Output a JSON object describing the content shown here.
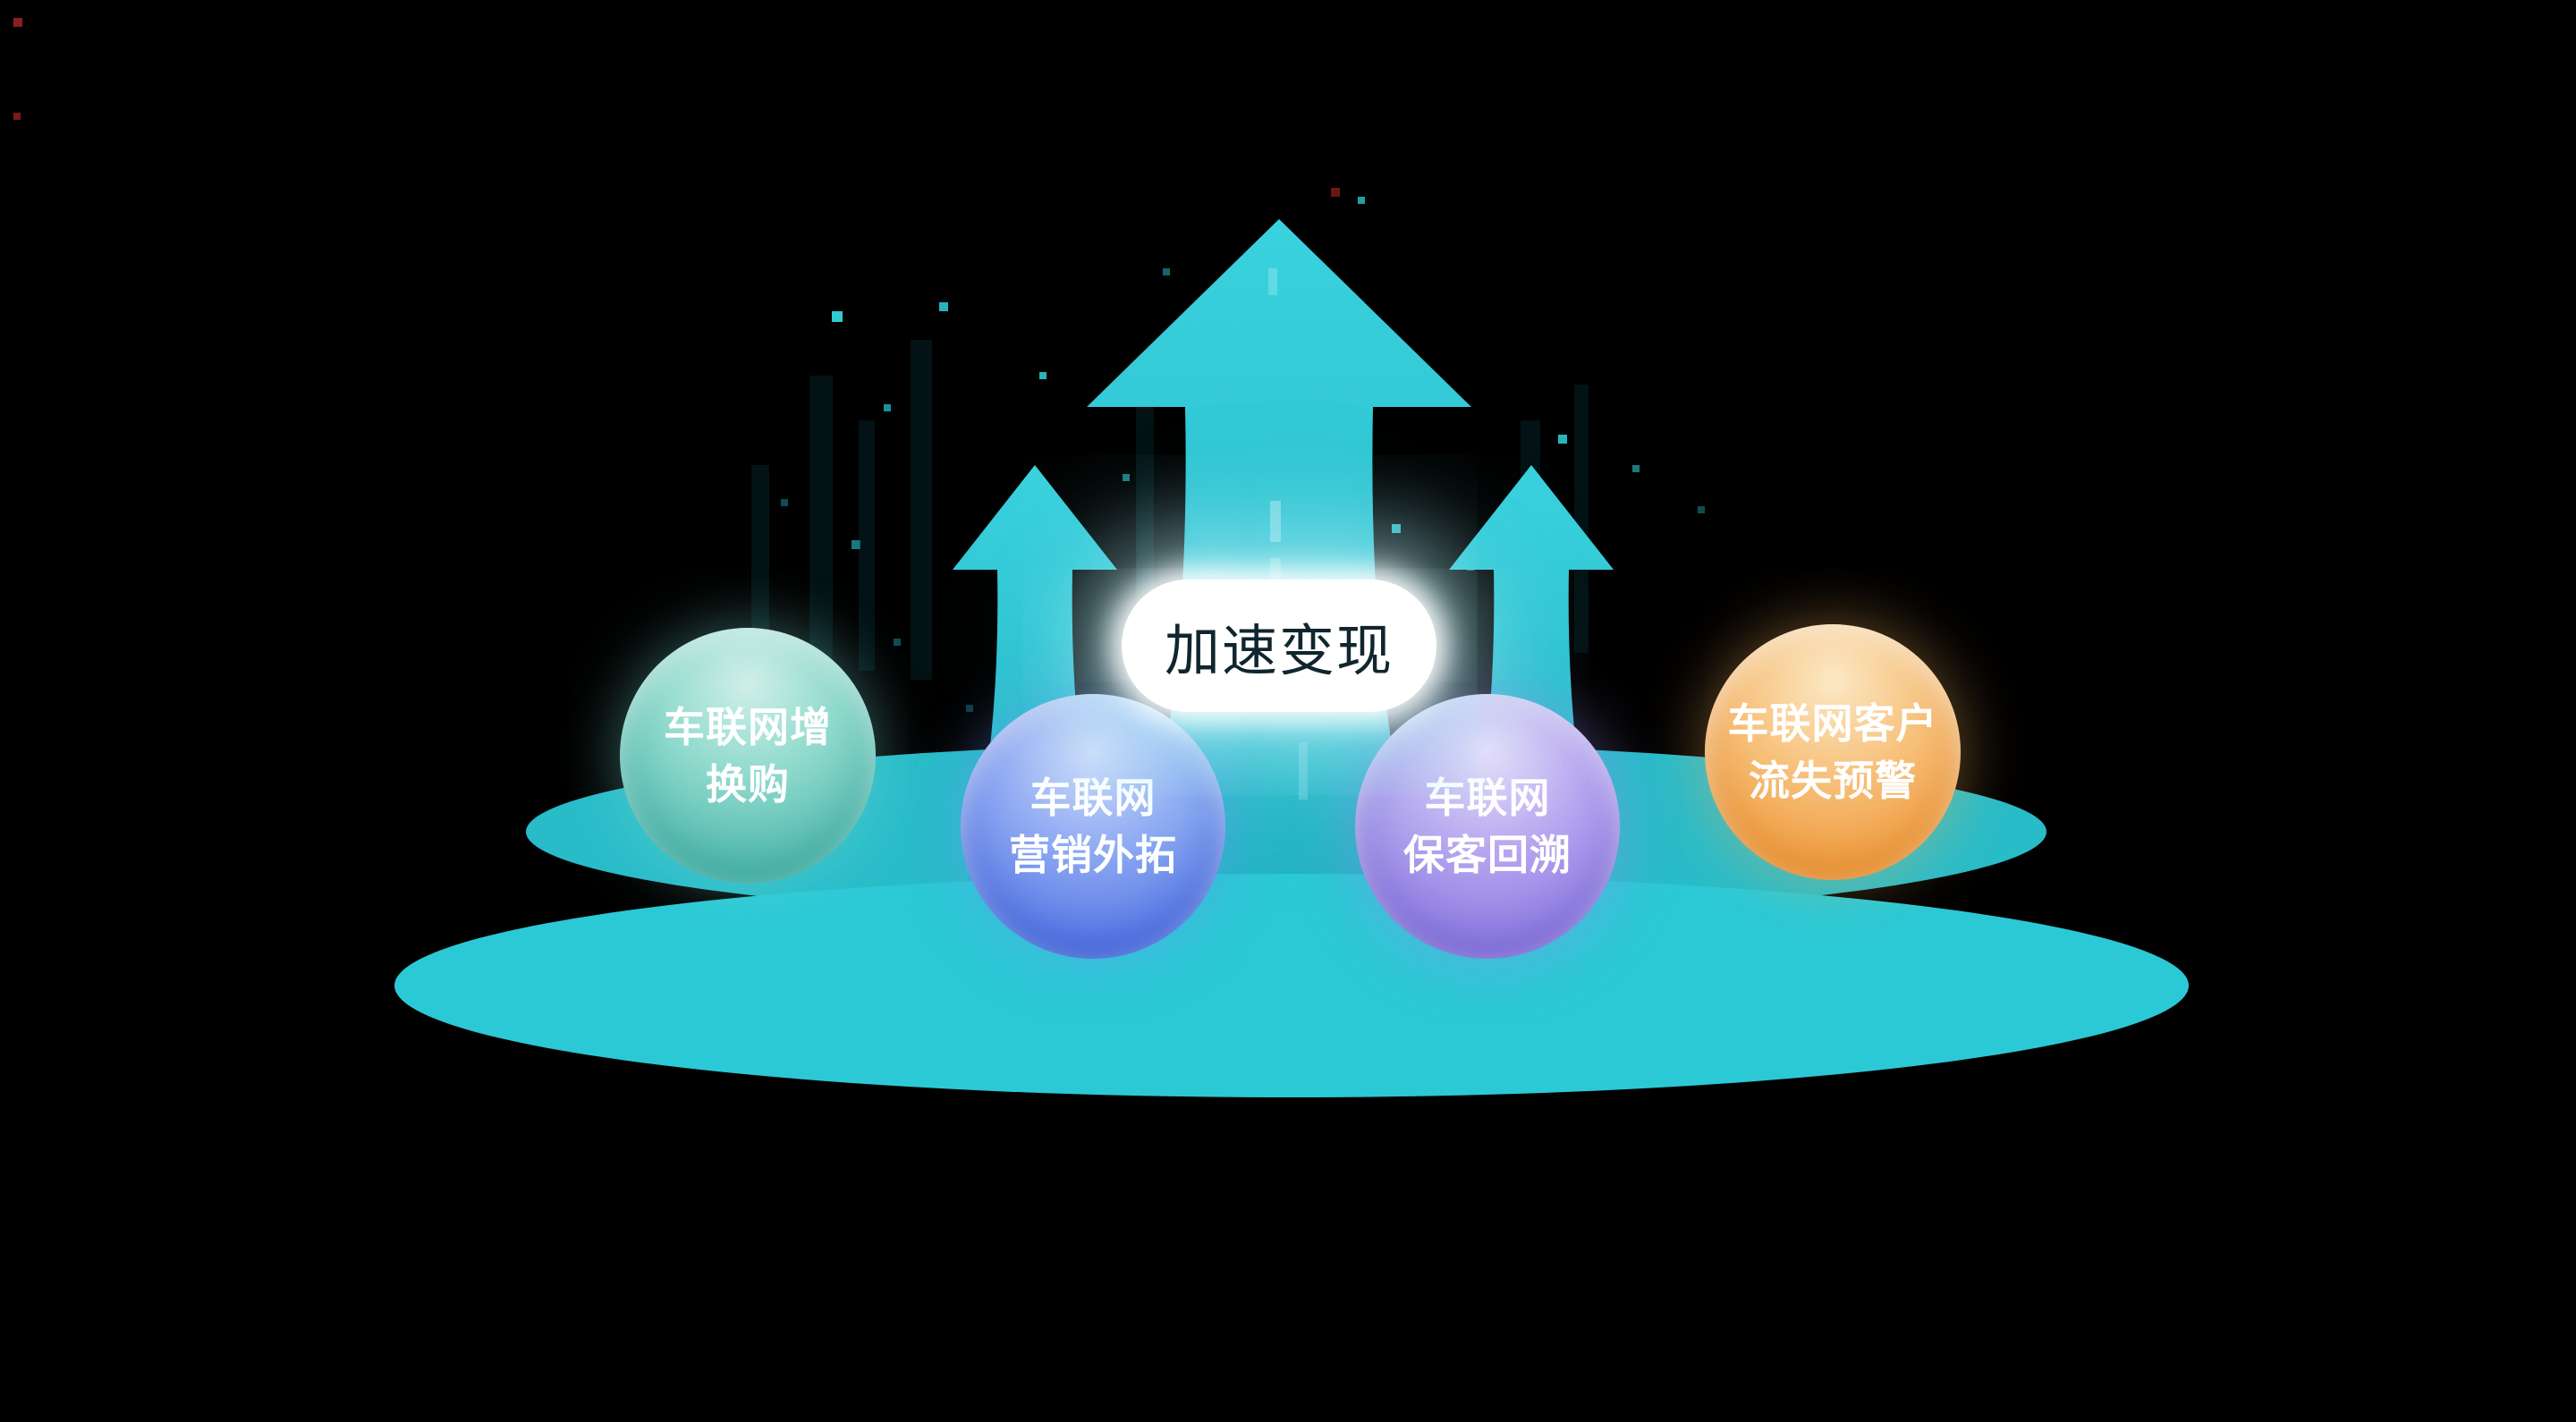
{
  "diagram": {
    "center_label": "加速变现",
    "spheres": [
      {
        "id": "trade-in",
        "line1": "车联网增",
        "line2": "换购",
        "color": "#46b2a8"
      },
      {
        "id": "marketing-expansion",
        "line1": "车联网",
        "line2": "营销外拓",
        "color": "#4b6fe2"
      },
      {
        "id": "customer-retention",
        "line1": "车联网",
        "line2": "保客回溯",
        "color": "#8473de"
      },
      {
        "id": "churn-warning",
        "line1": "车联网客户",
        "line2": "流失预警",
        "color": "#ee9636"
      }
    ],
    "colors": {
      "background": "#000000",
      "platform": "#2bc9d6",
      "arrow": "#2bc7d4",
      "label_background": "#ffffff",
      "label_text": "#10262e",
      "sphere_text": "#ffffff"
    }
  }
}
